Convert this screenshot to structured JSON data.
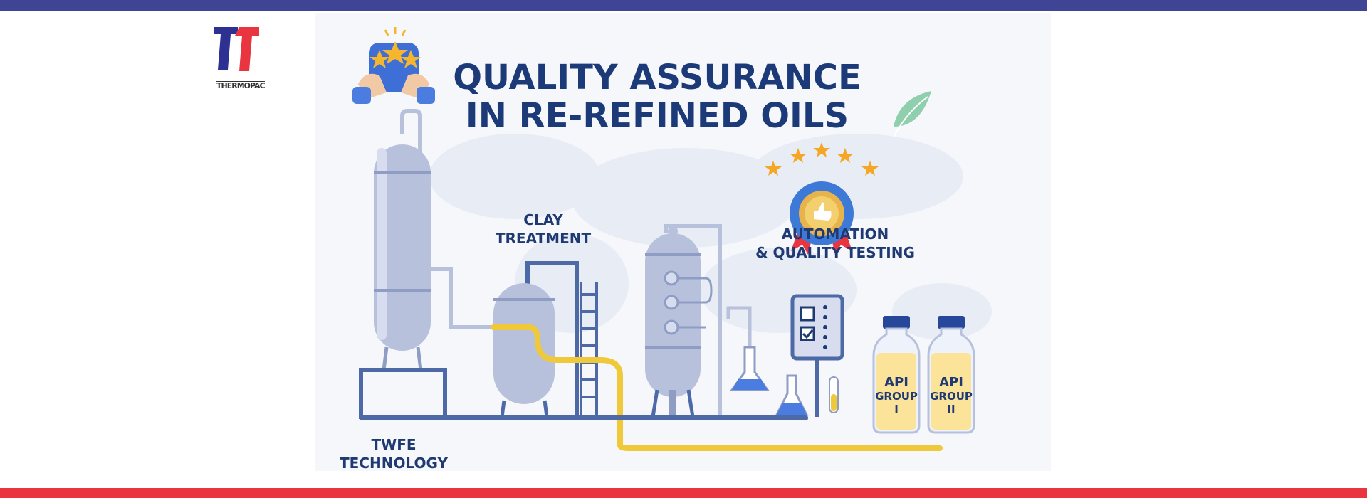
{
  "logo": {
    "brand": "THERMOPAC",
    "colors": {
      "blue": "#2e3192",
      "red": "#e8353f"
    }
  },
  "banner": {
    "title_line1": "QUALITY ASSURANCE",
    "title_line2": "IN RE-REFINED OILS",
    "stages": {
      "twfe": [
        "TWFE",
        "TECHNOLOGY"
      ],
      "clay": [
        "CLAY",
        "TREATMENT"
      ],
      "automation": [
        "AUTOMATION",
        "& QUALITY TESTING"
      ]
    },
    "bottles": [
      {
        "line1": "API",
        "line2": "GROUP",
        "line3": "I"
      },
      {
        "line1": "API",
        "line2": "GROUP",
        "line3": "II"
      }
    ],
    "icons": [
      "thumbs-up-stars-icon",
      "leaf-icon",
      "award-badge-icon",
      "checklist-panel-icon",
      "flask-icon"
    ],
    "colors": {
      "title": "#1c3a78",
      "vessel": "#b8c1dc",
      "pipe": "#f0c93a",
      "frame": "#4e6aa6",
      "bar_top": "#3f4495",
      "bar_bottom": "#e8353f"
    }
  }
}
